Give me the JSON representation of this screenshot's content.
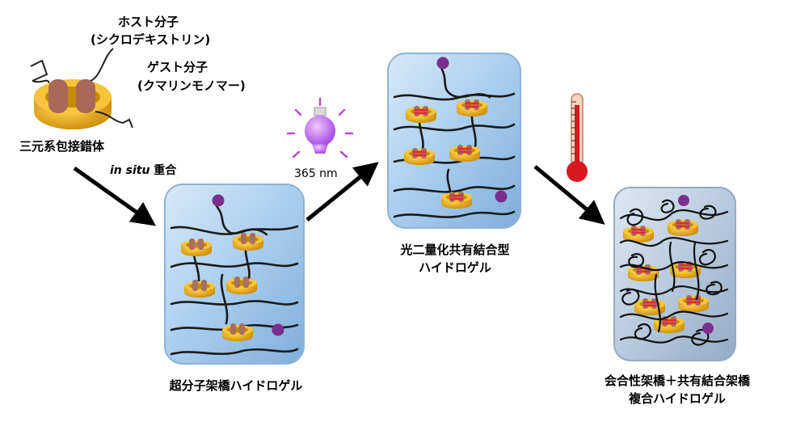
{
  "host_label_1": "ホスト分子",
  "host_label_2": "(シクロデキストリン)",
  "guest_label_1": "ゲスト分子",
  "guest_label_2": "(クマリンモノマー)",
  "complex_label": "三元系包接錯体",
  "polymerization_italic": "in situ",
  "polymerization_suffix": " 重合",
  "light_label": "365 nm",
  "gel1_label": "超分子架橋ハイドロゲル",
  "gel2_label_1": "光二量化共有結合型",
  "gel2_label_2": "ハイドロゲル",
  "gel3_label_1": "会合性架橋＋共有結合架橋",
  "gel3_label_2": "複合ハイドロゲル",
  "colors": {
    "gel_fill": "#b9d6ee",
    "cd_gold": "#e4a317",
    "guest_brown": "#9a5a4a",
    "dimer_red": "#e02a3a",
    "end_purple": "#8a3a9a",
    "bulb_purple": "#c070f0",
    "thermo_red": "#d81820"
  }
}
